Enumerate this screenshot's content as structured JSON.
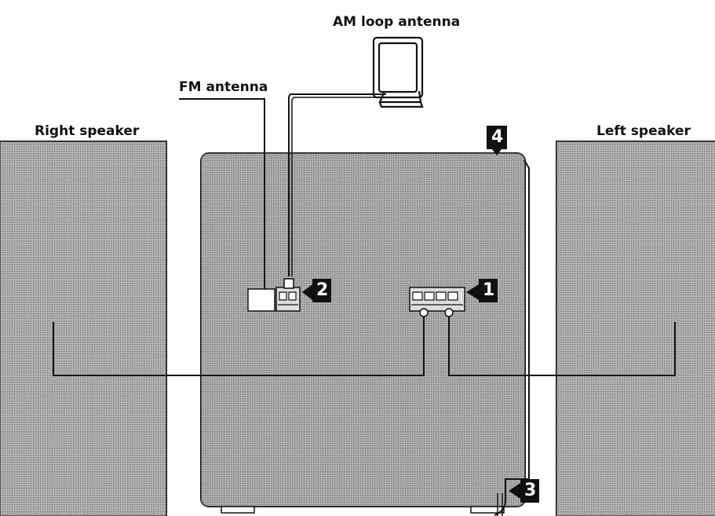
{
  "labels": {
    "am_loop_antenna": "AM loop antenna",
    "fm_antenna": "FM antenna",
    "right_speaker": "Right speaker",
    "left_speaker": "Left speaker"
  },
  "steps": [
    "1",
    "2",
    "3",
    "4"
  ],
  "colors": {
    "ink": "#111111",
    "panel_gray": "#9a9a9a",
    "badge_fill": "#111111",
    "badge_text": "#ffffff"
  }
}
